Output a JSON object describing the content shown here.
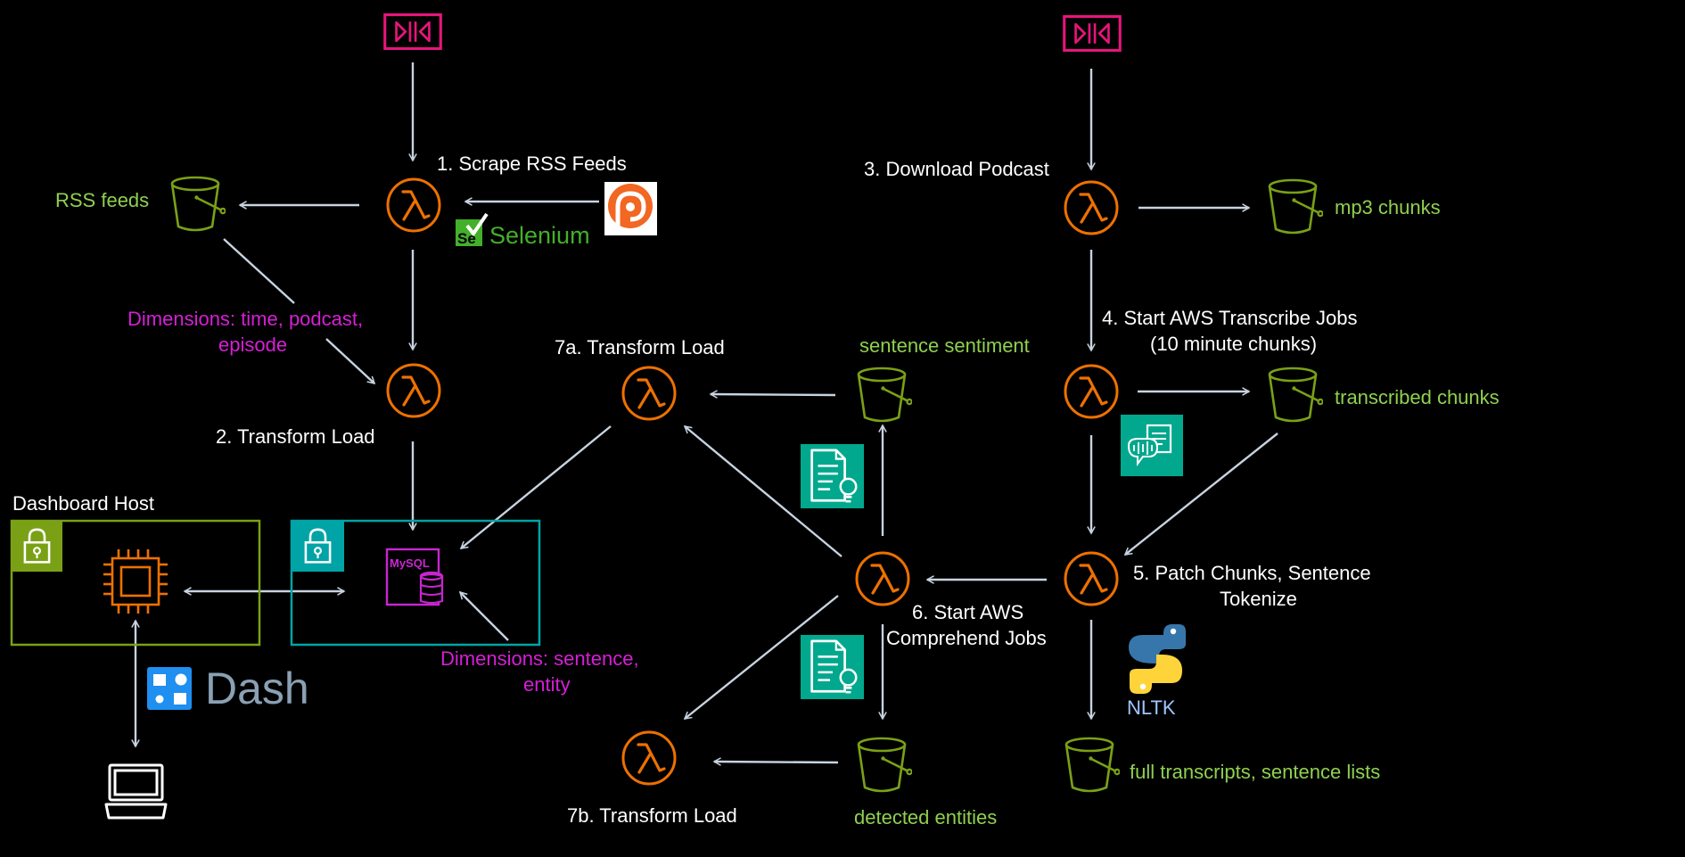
{
  "colors": {
    "background": "#000000",
    "arrow": "#c8d3e0",
    "lambda": "#ED7100",
    "bucket": "#7AA116",
    "label_white": "#ffffff",
    "label_green": "#8fd14f",
    "label_magenta": "#d61fd6",
    "event": "#E7157B",
    "teal": "#01A88D",
    "vpc": "#7AA116",
    "subnet": "#00A4A6",
    "rds": "#C925D1",
    "python_blue": "#3776AB",
    "python_yellow": "#FFD43B",
    "nltk_label": "#9ec7ff",
    "dash_gray": "#8aa0b4",
    "dash_blue": "#1f8ff0"
  },
  "labels": {
    "step1": "1. Scrape RSS Feeds",
    "step2": "2. Transform Load",
    "step3": "3. Download Podcast",
    "step4_line1": "4. Start AWS Transcribe Jobs",
    "step4_line2": "(10 minute chunks)",
    "step5_line1": "5. Patch Chunks, Sentence",
    "step5_line2": "Tokenize",
    "step6_line1": "6. Start AWS",
    "step6_line2": "Comprehend Jobs",
    "step7a": "7a. Transform Load",
    "step7b": "7b. Transform Load",
    "dashboard_host": "Dashboard Host"
  },
  "buckets": {
    "rss_feeds": "RSS feeds",
    "mp3_chunks": "mp3 chunks",
    "transcribed_chunks": "transcribed chunks",
    "sentence_sentiment": "sentence sentiment",
    "full_transcripts": "full transcripts, sentence lists",
    "detected_entities": "detected entities"
  },
  "dimensions": {
    "dim1_line1": "Dimensions: time, podcast,",
    "dim1_line2": "episode",
    "dim2_line1": "Dimensions: sentence,",
    "dim2_line2": "entity"
  },
  "logos": {
    "selenium": "Selenium",
    "selenium_badge": "Se",
    "mysql": "MySQL",
    "dash": "Dash",
    "nltk": "NLTK"
  },
  "icons": {
    "event": "eventbridge-icon",
    "lambda": "lambda-icon",
    "bucket": "s3-bucket-icon",
    "transcribe": "transcribe-icon",
    "comprehend": "comprehend-icon",
    "ec2": "ec2-chip-icon",
    "rds": "mysql-database-icon",
    "lock": "lock-icon",
    "laptop": "laptop-icon",
    "podcast": "podcast-addict-icon",
    "python": "python-icon"
  }
}
